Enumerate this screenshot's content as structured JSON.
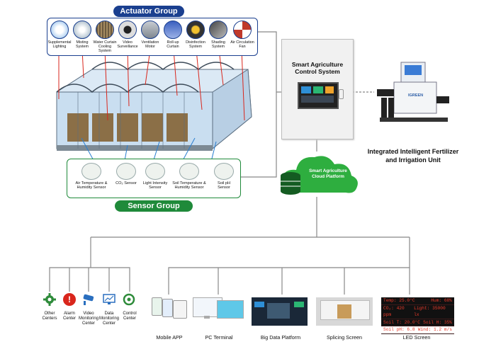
{
  "actuator_group": {
    "title": "Actuator Group",
    "items": [
      {
        "label": "Supplemental Lighting",
        "icon": "lamp-icon"
      },
      {
        "label": "Misting System",
        "icon": "mist-nozzle-icon"
      },
      {
        "label": "Water Curtain Cooling System",
        "icon": "water-curtain-icon"
      },
      {
        "label": "Video Surveillance",
        "icon": "camera-icon"
      },
      {
        "label": "Ventilation Motor",
        "icon": "motor-icon"
      },
      {
        "label": "Roll-up Curtain",
        "icon": "roll-curtain-icon"
      },
      {
        "label": "Disinfection System",
        "icon": "disinfection-icon"
      },
      {
        "label": "Shading System",
        "icon": "shading-icon"
      },
      {
        "label": "Air Circulation Fan",
        "icon": "fan-icon"
      }
    ]
  },
  "sensor_group": {
    "title": "Sensor Group",
    "items": [
      {
        "label": "Air Temperature & Humidity Sensor",
        "icon": "air-temp-humidity-sensor-icon"
      },
      {
        "label": "CO₂ Sensor",
        "icon": "co2-sensor-icon"
      },
      {
        "label": "Light Intensity Sensor",
        "icon": "light-sensor-icon"
      },
      {
        "label": "Soil Temperature & Humidity Sensor",
        "icon": "soil-temp-humidity-sensor-icon"
      },
      {
        "label": "Soil pH Sensor",
        "icon": "soil-ph-sensor-icon"
      }
    ]
  },
  "control_system": {
    "title": "Smart Agriculture Control System"
  },
  "cloud_platform": {
    "label": "Smart Agriculture Cloud Platform"
  },
  "irrigation_unit": {
    "label": "Integrated Intelligent Fertilizer and Irrigation Unit",
    "brand": "IGREEN"
  },
  "centers": [
    {
      "label": "Other Centers",
      "icon": "gear-icon"
    },
    {
      "label": "Alarm Center",
      "icon": "alarm-icon"
    },
    {
      "label": "Video Monitoring Center",
      "icon": "cctv-camera-icon"
    },
    {
      "label": "Data Monitoring Center",
      "icon": "monitor-chart-icon"
    },
    {
      "label": "Control Center",
      "icon": "control-refresh-icon"
    }
  ],
  "devices": [
    {
      "label": "Mobile APP"
    },
    {
      "label": "PC Terminal"
    },
    {
      "label": "Big Data Platform"
    },
    {
      "label": "Splicing Screen"
    },
    {
      "label": "LED Screen"
    }
  ],
  "led_screen": {
    "rows": [
      [
        "Temp: 25.0°C",
        "Hum: 68%"
      ],
      [
        "CO₂: 420 ppm",
        "Light: 35000 lx"
      ],
      [
        "Soil T: 20.0°C",
        "Soil H: 35%"
      ],
      [
        "Soil pH: 6.8",
        "Wind: 1.2 m/s"
      ]
    ]
  },
  "colors": {
    "actuator": "#1a3f8f",
    "sensor": "#1f8a3a",
    "cloud": "#2eae3f",
    "connector": "#888888",
    "wire_red": "#d9261c",
    "wire_blue": "#2a7fd0"
  }
}
